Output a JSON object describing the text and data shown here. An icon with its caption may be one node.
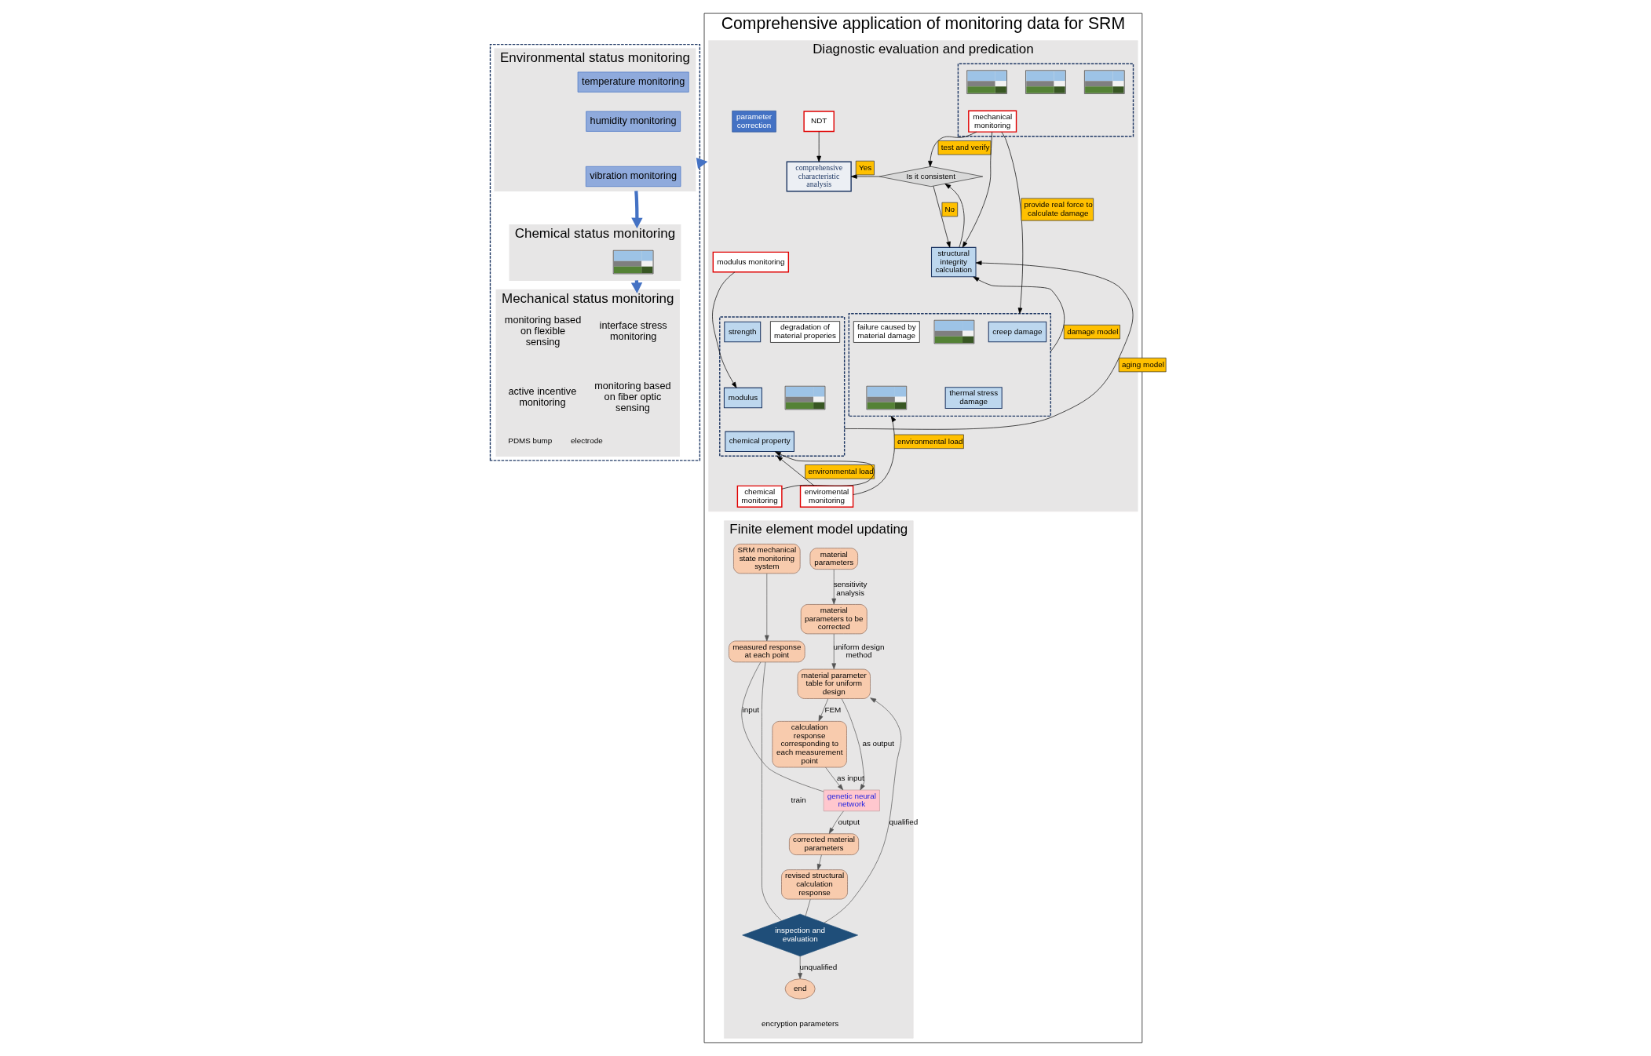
{
  "diagram": {
    "nodes": [
      {
        "text": [],
        "shape": "box"
      },
      {
        "text": [
          "Environmental status monitoring"
        ],
        "in": 0
      },
      {
        "text": [
          "temperature monitoring"
        ],
        "in": 1
      },
      {
        "text": [
          "humidity monitoring"
        ],
        "in": 1
      },
      {
        "text": [
          "vibration monitoring"
        ],
        "in": 1
      },
      {
        "text": [
          "Chemical status monitoring"
        ],
        "in": 0
      },
      {
        "text": [],
        "shape": "picture",
        "in": 5
      },
      {
        "text": [
          "Mechanical status monitoring"
        ],
        "in": 0
      },
      {
        "text": [
          "interface stress monitoring"
        ],
        "in": 7
      },
      {
        "text": [
          "monitoring based on flexible sensing"
        ],
        "in": 7
      },
      {
        "text": [
          "monitoring based on fiber optic sensing"
        ],
        "in": 7
      },
      {
        "text": [
          "active incentive monitoring"
        ],
        "in": 7
      },
      {
        "text": [
          "Comprehensive application of monitoring data for SRM"
        ]
      },
      {
        "text": [
          "Diagnostic evaluation and predication"
        ],
        "in": 12
      },
      {
        "text": [],
        "shape": "box",
        "in": 13
      },
      {
        "text": [],
        "shape": "picture",
        "in": 14
      },
      {
        "text": [],
        "shape": "picture",
        "in": 14
      },
      {
        "text": [],
        "shape": "picture",
        "in": 14
      },
      {
        "text": [
          "mechanical monitoring"
        ],
        "in": 14
      },
      {
        "text": [
          "NDT"
        ],
        "in": 13
      },
      {
        "text": [
          "Is it consistent"
        ],
        "in": 13
      },
      {
        "text": [
          "comprehensive characteristic analysis"
        ],
        "in": 13
      },
      {
        "text": [
          "parameter correction"
        ],
        "in": 13
      },
      {
        "text": [
          "structural integrity calculation"
        ],
        "in": 13
      },
      {
        "text": [],
        "shape": "box",
        "in": 13
      },
      {
        "text": [
          "creep damage"
        ],
        "in": 24
      },
      {
        "text": [],
        "shape": "picture",
        "in": 24
      },
      {
        "text": [
          "failure caused by material damage"
        ],
        "in": 24
      },
      {
        "text": [
          "thermal stress damage"
        ],
        "in": 24
      },
      {
        "text": [],
        "shape": "picture",
        "in": 24
      },
      {
        "text": [],
        "shape": "box",
        "in": 13
      },
      {
        "text": [
          "degradation of material properies"
        ],
        "in": 30
      },
      {
        "text": [
          "strength"
        ],
        "in": 30
      },
      {
        "text": [
          "modulus"
        ],
        "in": 30
      },
      {
        "text": [],
        "shape": "picture",
        "in": 30
      },
      {
        "text": [
          "chemical property"
        ],
        "in": 30
      },
      {
        "text": [
          "modulus monitoring"
        ],
        "in": 13
      },
      {
        "text": [
          "enviromental monitoring"
        ],
        "in": 13
      },
      {
        "text": [
          "chemical monitoring"
        ],
        "in": 13
      },
      {
        "text": [
          "Finite element model updating"
        ],
        "in": 12
      },
      {
        "text": [
          "material parameters"
        ],
        "in": 39
      },
      {
        "text": [
          "material parameters to be corrected"
        ],
        "in": 39
      },
      {
        "text": [
          "material parameter table for uniform design"
        ],
        "in": 39
      },
      {
        "text": [
          "calculation response corresponding to each measurement point"
        ],
        "in": 39
      },
      {
        "text": [
          "genetic neural network"
        ],
        "in": 39
      },
      {
        "text": [
          "corrected material parameters"
        ],
        "in": 39
      },
      {
        "text": [
          "revised structural calculation response"
        ],
        "in": 39
      },
      {
        "text": [
          "measured response at each point"
        ],
        "in": 39
      },
      {
        "text": [
          "SRM mechanical state monitoring system"
        ],
        "in": 39
      },
      {
        "text": [
          "inspection and evaluation"
        ],
        "in": 39
      },
      {
        "text": [
          "end"
        ],
        "in": 39
      }
    ],
    "edges": [
      {
        "from": 1,
        "to": 5,
        "arrow": "to",
        "style": "thick",
        "color": "#4472c4"
      },
      {
        "from": 5,
        "to": 7,
        "arrow": "to",
        "style": "thick",
        "color": "#4472c4"
      },
      {
        "from": 0,
        "to": 12,
        "arrow": "to",
        "style": "thick",
        "color": "#4472c4"
      },
      {
        "from": 18,
        "to": 24,
        "arrow": "to",
        "label": "provide real force to calculate damage"
      },
      {
        "from": 18,
        "to": 20,
        "arrow": "to",
        "label": "test and verify"
      },
      {
        "from": 18,
        "to": 23,
        "arrow": "to"
      },
      {
        "from": 19,
        "to": 21,
        "arrow": "to"
      },
      {
        "from": 20,
        "to": 21,
        "arrow": "to",
        "label": "Yes"
      },
      {
        "from": 20,
        "to": 23,
        "arrow": "to",
        "label": "No"
      },
      {
        "from": 23,
        "to": 20,
        "arrow": "to"
      },
      {
        "from": 24,
        "to": 23,
        "arrow": "to",
        "label": "damage model"
      },
      {
        "from": 30,
        "to": 23,
        "arrow": "to",
        "label": "aging model"
      },
      {
        "from": 36,
        "to": 33,
        "arrow": "to"
      },
      {
        "from": 37,
        "to": 24,
        "arrow": "to",
        "label": "environmental load"
      },
      {
        "from": 37,
        "to": 30,
        "arrow": "to",
        "label": "environmental load"
      },
      {
        "from": 38,
        "to": 35,
        "arrow": "to"
      },
      {
        "from": 40,
        "to": 41,
        "arrow": "to",
        "label": "sensitivity analysis"
      },
      {
        "from": 41,
        "to": 42,
        "arrow": "to",
        "label": "uniform design method"
      },
      {
        "from": 42,
        "to": 43,
        "arrow": "to",
        "label": "FEM"
      },
      {
        "from": 42,
        "to": 44,
        "arrow": "to",
        "label": "as output"
      },
      {
        "from": 43,
        "to": 44,
        "arrow": "to",
        "label": "as input"
      },
      {
        "from": 44,
        "to": 45,
        "arrow": "to",
        "label": "output"
      },
      {
        "from": 47,
        "to": 44,
        "arrow": "none",
        "label": "input"
      },
      {
        "from": 45,
        "to": 46,
        "arrow": "to"
      },
      {
        "from": 48,
        "to": 47,
        "arrow": "to"
      },
      {
        "from": 46,
        "to": 49,
        "arrow": "none"
      },
      {
        "from": 47,
        "to": 49,
        "arrow": "none"
      },
      {
        "from": 49,
        "to": 50,
        "arrow": "to",
        "label": "unqualified"
      },
      {
        "from": 49,
        "to": 42,
        "arrow": "to",
        "label": "qualified"
      }
    ],
    "labels": [
      "PDMS bump",
      "electrode",
      "train",
      "encryption parameters"
    ]
  }
}
